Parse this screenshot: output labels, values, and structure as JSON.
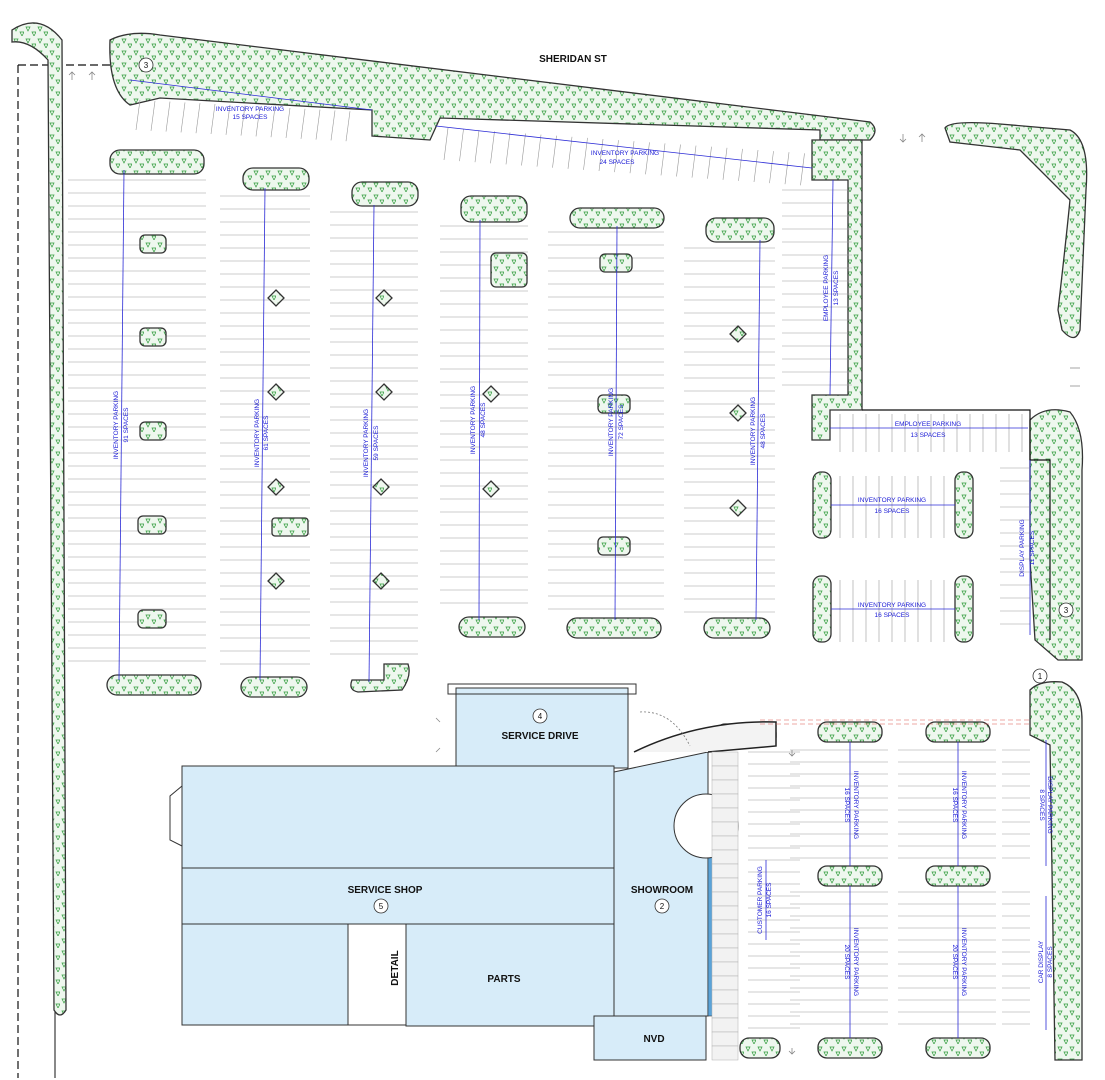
{
  "street": "SHERIDAN ST",
  "buildings": {
    "service_drive": "SERVICE DRIVE",
    "service_shop": "SERVICE SHOP",
    "showroom": "SHOWROOM",
    "parts": "PARTS",
    "detail": "DETAIL",
    "nvd": "NVD"
  },
  "bubbles": [
    "1",
    "2",
    "3",
    "3",
    "4",
    "5"
  ],
  "lots": {
    "top_left": {
      "title": "INVENTORY PARKING",
      "count": "15 SPACES"
    },
    "top_right": {
      "title": "INVENTORY PARKING",
      "count": "24 SPACES"
    },
    "row1": {
      "title": "INVENTORY PARKING",
      "count": "91 SPACES"
    },
    "row2": {
      "title": "INVENTORY PARKING",
      "count": "61 SPACES"
    },
    "row3": {
      "title": "INVENTORY PARKING",
      "count": "59 SPACES"
    },
    "row4": {
      "title": "INVENTORY PARKING",
      "count": "48 SPACES"
    },
    "row5": {
      "title": "INVENTORY PARKING",
      "count": "72 SPACES"
    },
    "row6": {
      "title": "INVENTORY PARKING",
      "count": "48 SPACES"
    },
    "employee_v": {
      "title": "EMPLOYEE PARKING",
      "count": "13 SPACES"
    },
    "employee_h": {
      "title": "EMPLOYEE PARKING",
      "count": "13 SPACES"
    },
    "inv16a": {
      "title": "INVENTORY PARKING",
      "count": "16 SPACES"
    },
    "inv16b": {
      "title": "INVENTORY PARKING",
      "count": "16 SPACES"
    },
    "display11": {
      "title": "DISPLAY PARKING",
      "count": "11 SPACES"
    },
    "customer": {
      "title": "CUSTOMER PARKING",
      "count": "16 SPACES"
    },
    "inv16c": {
      "title": "INVENTORY PARKING",
      "count": "16 SPACES"
    },
    "inv16d": {
      "title": "INVENTORY PARKING",
      "count": "16 SPACES"
    },
    "inv20a": {
      "title": "INVENTORY PARKING",
      "count": "20 SPACES"
    },
    "inv20b": {
      "title": "INVENTORY PARKING",
      "count": "20 SPACES"
    },
    "display8": {
      "title": "DISPLAY PARKING",
      "count": "8 SPACES"
    },
    "cardisplay8": {
      "title": "CAR DISPLAY",
      "count": "8 SPACES"
    }
  },
  "colors": {
    "building": "#d7ecf9",
    "vegetation": "#e9f5e9",
    "annotation": "#1a1ad6"
  }
}
